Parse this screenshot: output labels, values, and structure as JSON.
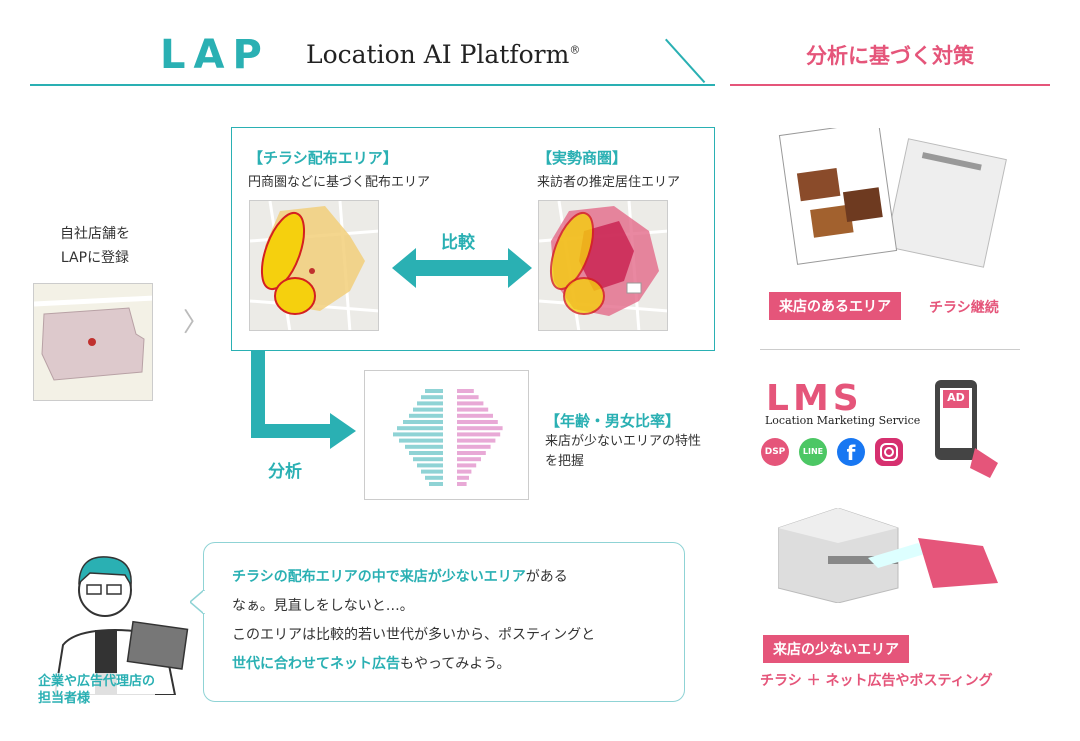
{
  "header": {
    "logo_mark": "LAP",
    "logo_text": "Location AI Platform",
    "logo_reg": "®",
    "right_title": "分析に基づく対策"
  },
  "left": {
    "register_line1": "自社店舗を",
    "register_line2": "LAPに登録"
  },
  "flyer_area": {
    "title": "【チラシ配布エリア】",
    "subtitle": "円商圏などに基づく配布エリア"
  },
  "actual_area": {
    "title": "【実勢商圏】",
    "subtitle": "来訪者の推定居住エリア"
  },
  "compare_label": "比較",
  "analysis_label": "分析",
  "age_ratio": {
    "title": "【年齢・男女比率】",
    "line1": "来店が少ないエリアの特性",
    "line2": "を把握"
  },
  "persona": {
    "line1": "企業や広告代理店の",
    "line2": "担当者様"
  },
  "bubble": {
    "l1_hl1": "チラシの配布エリアの中で来店が少ないエリア",
    "l1_tail": "がある",
    "l2": "なぁ。見直しをしないと…。",
    "l3": "このエリアは比較的若い世代が多いから、ポスティングと",
    "l4_hl": "世代に合わせてネット広告",
    "l4_tail": "もやってみよう。"
  },
  "right": {
    "tag1": "来店のあるエリア",
    "tag1_after": "チラシ継続",
    "lms_logo": "LMS",
    "lms_text": "Location Marketing Service",
    "ad_label": "AD",
    "dsp_label": "DSP",
    "line_label": "LINE",
    "tag2": "来店の少ないエリア",
    "tag2_after": "チラシ ＋ ネット広告やポスティング"
  },
  "colors": {
    "teal": "#2ab0b3",
    "pink": "#e5557a"
  }
}
